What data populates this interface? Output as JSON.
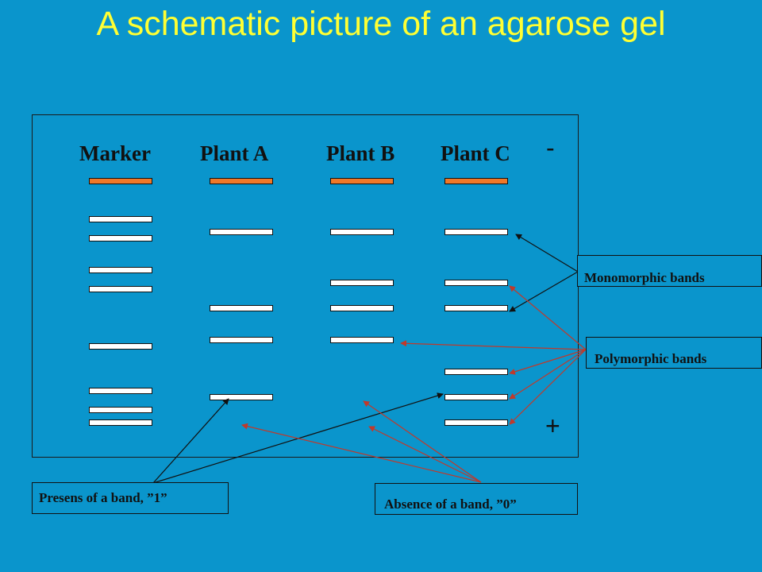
{
  "title": "A schematic picture of an agarose gel",
  "lanes": [
    {
      "label": "Marker"
    },
    {
      "label": "Plant A"
    },
    {
      "label": "Plant B"
    },
    {
      "label": "Plant C"
    }
  ],
  "poles": {
    "negative": "-",
    "positive": "+"
  },
  "callouts": {
    "monomorphic": "Monomorphic bands",
    "polymorphic": "Polymorphic bands",
    "presence": "Presens of a band, ”1”",
    "absence": "Absence of a band, ”0”"
  },
  "colors": {
    "background": "#0a95cc",
    "title": "#ffff33",
    "top_band": "#f07828",
    "band": "#ffffff",
    "arrow_black": "#111111",
    "arrow_red": "#c0392b"
  }
}
